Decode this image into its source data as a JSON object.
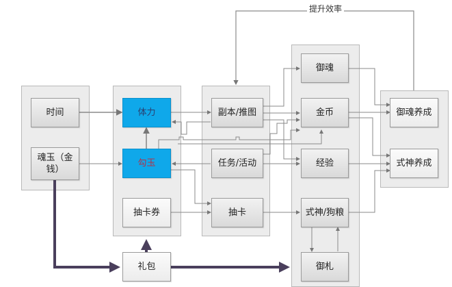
{
  "diagram": {
    "feedback_label": "提升效率",
    "nodes": {
      "time": "时间",
      "soul_jade": "魂玉（金钱）",
      "stamina": "体力",
      "magatama": "勾玉",
      "draw_ticket": "抽卡券",
      "gift_pack": "礼包",
      "dungeon": "副本/推图",
      "quest": "任务/活动",
      "gacha": "抽卡",
      "mitama": "御魂",
      "gold": "金币",
      "exp": "经验",
      "shikigami": "式神/狗粮",
      "gift": "御札",
      "mitama_growth": "御魂养成",
      "shikigami_growth": "式神养成"
    },
    "colors": {
      "highlight": "#0fa8ea",
      "thick_arrow": "#4a3f5c",
      "wire": "#777777"
    }
  }
}
